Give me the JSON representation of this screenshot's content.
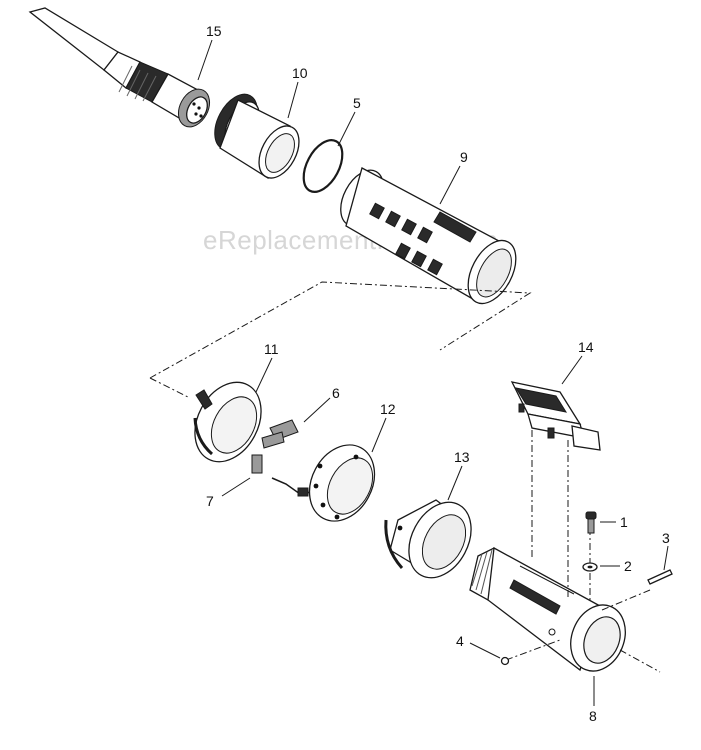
{
  "watermark": "eReplacementParts.com",
  "callouts": [
    {
      "id": "15",
      "text": "15"
    },
    {
      "id": "10",
      "text": "10"
    },
    {
      "id": "5",
      "text": "5"
    },
    {
      "id": "9",
      "text": "9"
    },
    {
      "id": "11",
      "text": "11"
    },
    {
      "id": "6",
      "text": "6"
    },
    {
      "id": "12",
      "text": "12"
    },
    {
      "id": "7",
      "text": "7"
    },
    {
      "id": "13",
      "text": "13"
    },
    {
      "id": "14",
      "text": "14"
    },
    {
      "id": "1",
      "text": "1"
    },
    {
      "id": "2",
      "text": "2"
    },
    {
      "id": "3",
      "text": "3"
    },
    {
      "id": "4",
      "text": "4"
    },
    {
      "id": "8",
      "text": "8"
    }
  ]
}
